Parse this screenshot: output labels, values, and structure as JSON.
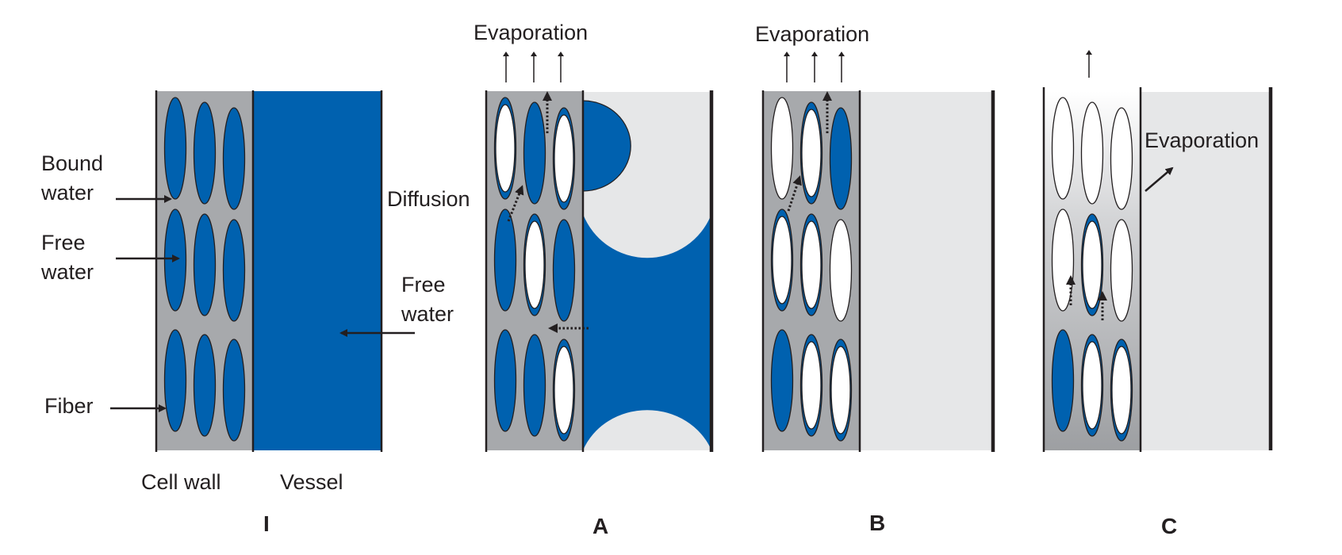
{
  "figure": {
    "colors": {
      "water": "#0061AF",
      "cell_wall": "#A7A9AC",
      "empty_vessel": "#E6E7E8",
      "line": "#231F20",
      "empty_lumen": "#FFFFFF"
    },
    "panels": [
      {
        "id": "I",
        "letter": "I",
        "labels": {
          "bound_water": [
            "Bound",
            "water"
          ],
          "free_water_fiber": [
            "Free",
            "water"
          ],
          "fiber": "Fiber",
          "free_water_vessel": [
            "Free",
            "water"
          ],
          "cell_wall": "Cell wall",
          "vessel": "Vessel"
        },
        "vessel_state": "full",
        "fibers": [
          "full",
          "full",
          "full",
          "full",
          "full",
          "full",
          "full",
          "full",
          "full"
        ]
      },
      {
        "id": "A",
        "letter": "A",
        "labels": {
          "evaporation": "Evaporation",
          "diffusion": "Diffusion"
        },
        "vessel_state": "partial-menisci",
        "fibers": [
          "partial",
          "full",
          "partial",
          "full",
          "partial",
          "full",
          "full",
          "full",
          "partial"
        ]
      },
      {
        "id": "B",
        "letter": "B",
        "labels": {
          "evaporation": "Evaporation"
        },
        "vessel_state": "empty",
        "fibers": [
          "empty",
          "partial",
          "full",
          "partial",
          "partial",
          "empty",
          "full",
          "partial",
          "partial"
        ]
      },
      {
        "id": "C",
        "letter": "C",
        "labels": {
          "evaporation": "Evaporation"
        },
        "vessel_state": "empty",
        "fibers": [
          "empty",
          "empty",
          "empty",
          "empty",
          "partial",
          "empty",
          "full",
          "partial",
          "partial"
        ]
      }
    ]
  }
}
